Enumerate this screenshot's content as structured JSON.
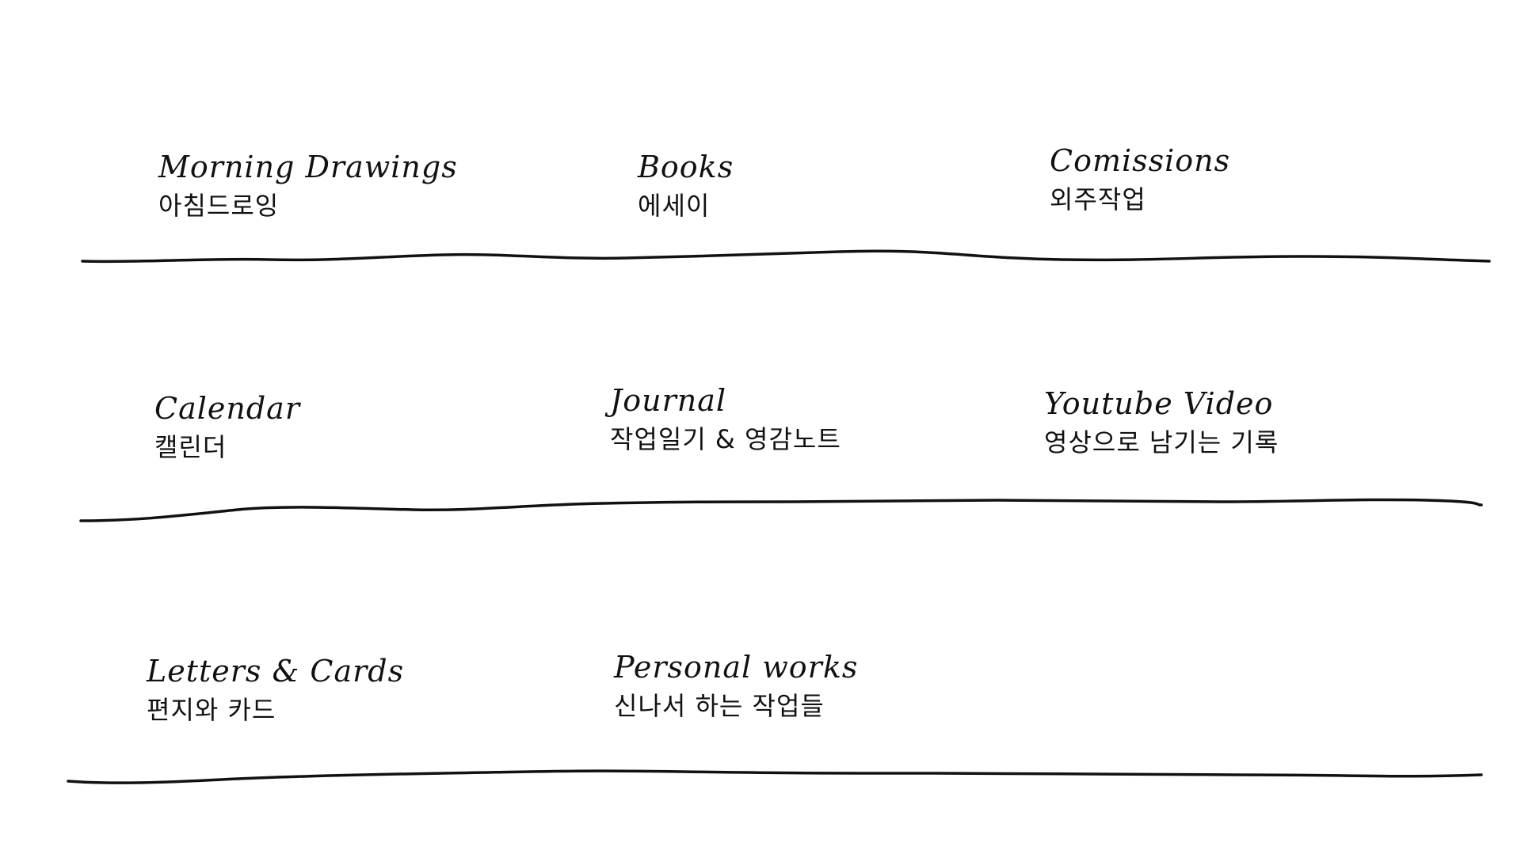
{
  "rows": [
    {
      "items": [
        {
          "title": "Morning Drawings",
          "subtitle": "아침드로잉"
        },
        {
          "title": "Books",
          "subtitle": "에세이"
        },
        {
          "title": "Comissions",
          "subtitle": "외주작업"
        }
      ]
    },
    {
      "items": [
        {
          "title": "Calendar",
          "subtitle": "캘린더"
        },
        {
          "title": "Journal",
          "subtitle": "작업일기 & 영감노트"
        },
        {
          "title": "Youtube Video",
          "subtitle": "영상으로 남기는 기록"
        }
      ]
    },
    {
      "items": [
        {
          "title": "Letters & Cards",
          "subtitle": "편지와 카드"
        },
        {
          "title": "Personal works",
          "subtitle": "신나서 하는 작업들"
        }
      ]
    }
  ],
  "colors": {
    "ink": "#111111",
    "background": "#ffffff"
  }
}
